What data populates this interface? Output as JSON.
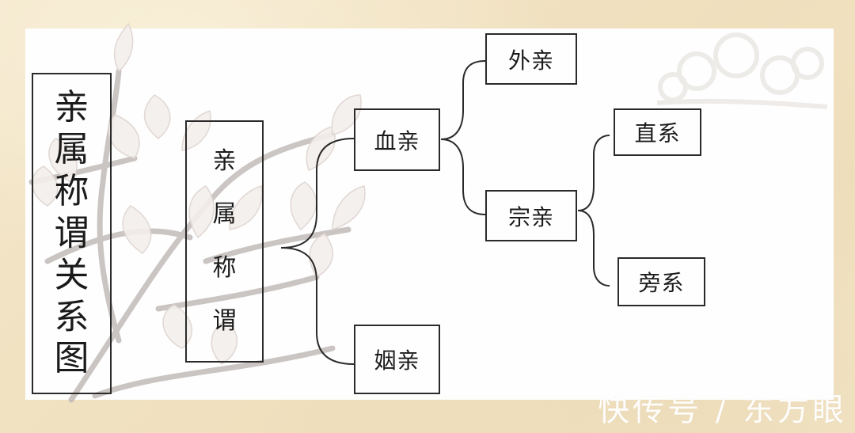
{
  "diagram": {
    "title": [
      "亲",
      "属",
      "称",
      "谓",
      "关",
      "系",
      "图"
    ],
    "root": [
      "亲",
      "属",
      "称",
      "谓"
    ],
    "nodes": {
      "xueqin": "血亲",
      "yinqin": "姻亲",
      "waiqin": "外亲",
      "zongqin": "宗亲",
      "zhixi": "直系",
      "pangxi": "旁系"
    },
    "edges": [
      [
        "亲属称谓",
        "血亲"
      ],
      [
        "亲属称谓",
        "姻亲"
      ],
      [
        "血亲",
        "外亲"
      ],
      [
        "血亲",
        "宗亲"
      ],
      [
        "宗亲",
        "直系"
      ],
      [
        "宗亲",
        "旁系"
      ]
    ]
  },
  "watermark": "快传号 / 东方眼",
  "colors": {
    "background": "#f1e2c2",
    "panel": "#fefefe",
    "line": "#2a2a2a"
  }
}
